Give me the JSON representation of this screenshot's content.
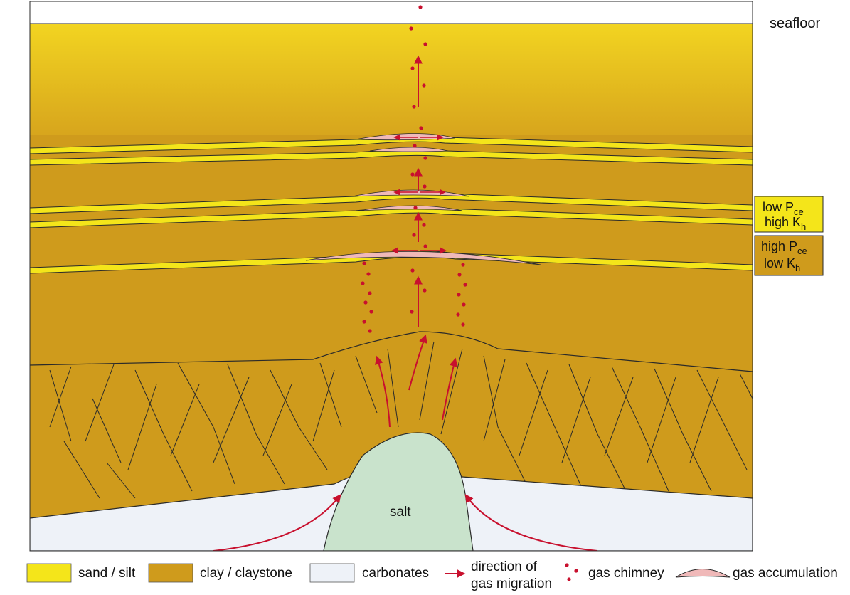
{
  "labels": {
    "seafloor": "seafloor",
    "salt": "salt",
    "box_top": {
      "line1": "low P",
      "line1_sub": "ce",
      "line2": "high K",
      "line2_sub": "h"
    },
    "box_bottom": {
      "line1": "high P",
      "line1_sub": "ce",
      "line2": "low K",
      "line2_sub": "h"
    }
  },
  "legend": {
    "sand_silt": "sand / silt",
    "clay": "clay / claystone",
    "carbonates": "carbonates",
    "migration_line1": "direction of",
    "migration_line2": "gas migration",
    "chimney": "gas chimney",
    "accumulation": "gas accumulation"
  },
  "colors": {
    "sand": "#f4e51a",
    "clay": "#cf9b1c",
    "clay_light": "#e3b524",
    "carbonate": "#eef2f8",
    "salt": "#c9e3cc",
    "gas_red": "#c8102e",
    "accumulation": "#f0b9b9",
    "line": "#2a2a2a"
  }
}
